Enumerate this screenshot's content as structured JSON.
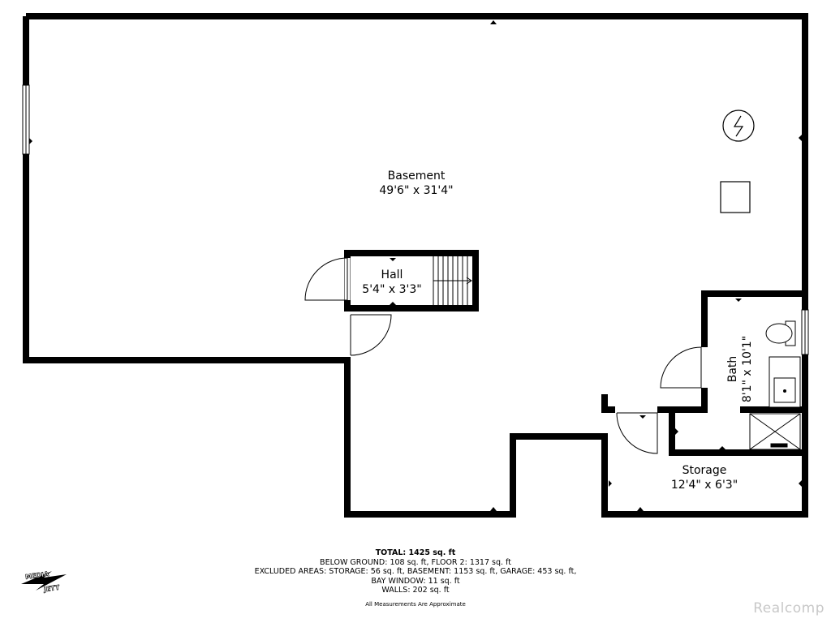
{
  "rooms": {
    "basement": {
      "name": "Basement",
      "dims": "49'6\" x 31'4\""
    },
    "hall": {
      "name": "Hall",
      "dims": "5'4\" x 3'3\""
    },
    "bath": {
      "name": "Bath",
      "dims": "8'1\" x 10'1\""
    },
    "storage": {
      "name": "Storage",
      "dims": "12'4\" x 6'3\""
    }
  },
  "summary": {
    "total": "TOTAL: 1425 sq. ft",
    "line1": "BELOW GROUND: 108 sq. ft, FLOOR 2: 1317 sq. ft",
    "line2": "EXCLUDED AREAS: STORAGE: 56 sq. ft, BASEMENT: 1153 sq. ft, GARAGE: 453 sq. ft,",
    "line3": "BAY WINDOW: 11 sq. ft",
    "line4": "WALLS: 202 sq. ft",
    "note": "All Measurements Are Approximate"
  },
  "logo": {
    "line1": "MEDIA",
    "line2": "JETT",
    "icon": "media-jett-logo"
  },
  "watermark": "Realcomp",
  "icons": {
    "water_heater": "circle-lightning-icon",
    "furnace": "square-appliance-icon",
    "toilet": "toilet-icon",
    "sink": "sink-icon",
    "shower": "shower-icon",
    "stairs": "stairs-icon"
  }
}
